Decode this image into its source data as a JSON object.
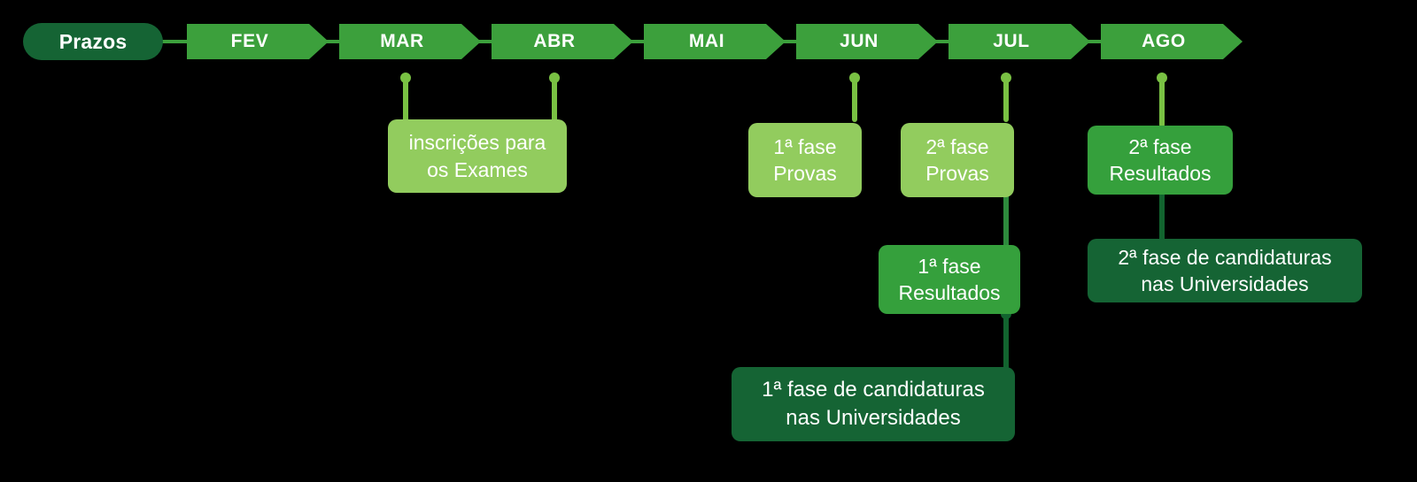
{
  "diagram": {
    "type": "timeline-flowchart",
    "title_pill": "Prazos",
    "background_color": "#000000",
    "palette": {
      "dark_green": "#156434",
      "medium_green": "#35A03C",
      "chevron_green": "#3CA03C",
      "light_green": "#92CC5E",
      "connector_light": "#79C143",
      "connector_mid": "#2E8B3D",
      "connector_dark": "#12642F",
      "text": "#ffffff"
    },
    "months": [
      {
        "label": "FEV"
      },
      {
        "label": "MAR"
      },
      {
        "label": "ABR"
      },
      {
        "label": "MAI"
      },
      {
        "label": "JUN"
      },
      {
        "label": "JUL"
      },
      {
        "label": "AGO"
      }
    ],
    "callouts": [
      {
        "id": "inscricoes-exames",
        "tone": "light",
        "lines": [
          "inscrições para",
          "os Exames"
        ],
        "linked_months": [
          "MAR",
          "ABR"
        ]
      },
      {
        "id": "fase1-provas",
        "tone": "light",
        "lines": [
          "1ª fase",
          "Provas"
        ],
        "linked_months": [
          "JUN"
        ]
      },
      {
        "id": "fase2-provas",
        "tone": "light",
        "lines": [
          "2ª fase",
          "Provas"
        ],
        "linked_months": [
          "JUL"
        ]
      },
      {
        "id": "fase2-resultados",
        "tone": "medium",
        "lines": [
          "2ª fase",
          "Resultados"
        ],
        "linked_months": [
          "AGO"
        ]
      },
      {
        "id": "fase1-resultados",
        "tone": "medium",
        "lines": [
          "1ª fase",
          "Resultados"
        ],
        "linked_months": []
      },
      {
        "id": "fase2-candidaturas",
        "tone": "dark",
        "lines": [
          "2ª fase de candidaturas",
          "nas Universidades"
        ],
        "linked_months": []
      },
      {
        "id": "fase1-candidaturas",
        "tone": "dark",
        "lines": [
          "1ª fase de candidaturas",
          "nas Universidades"
        ],
        "linked_months": []
      }
    ]
  }
}
